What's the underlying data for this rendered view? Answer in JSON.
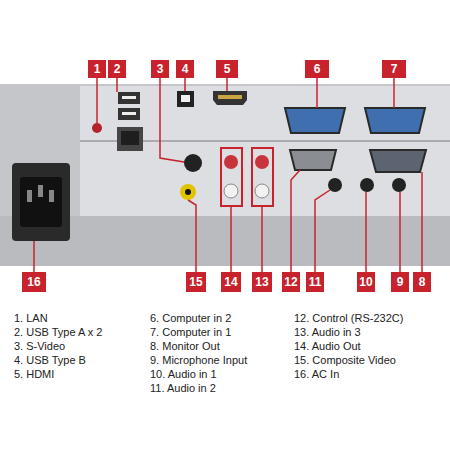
{
  "diagram": {
    "nodes": [
      {
        "text": [
          "1"
        ]
      },
      {
        "text": [
          "2"
        ]
      },
      {
        "text": [
          "3"
        ]
      },
      {
        "text": [
          "4"
        ]
      },
      {
        "text": [
          "5"
        ]
      },
      {
        "text": [
          "6"
        ]
      },
      {
        "text": [
          "7"
        ]
      },
      {
        "text": [
          "16"
        ]
      },
      {
        "text": [
          "15"
        ]
      },
      {
        "text": [
          "14"
        ]
      },
      {
        "text": [
          "13"
        ]
      },
      {
        "text": [
          "12"
        ]
      },
      {
        "text": [
          "11"
        ]
      },
      {
        "text": [
          "10"
        ]
      },
      {
        "text": [
          "9"
        ]
      },
      {
        "text": [
          "8"
        ]
      }
    ],
    "labels": [
      "1. LAN",
      "2. USB Type A x 2",
      "3. S-Video",
      "4. USB Type B",
      "5. HDMI",
      "6. Computer in 2",
      "7. Computer in 1",
      "8. Monitor Out",
      "9. Microphone Input",
      "10. Audio in 1",
      "11. Audio in 2",
      "12. Control (RS-232C)",
      "13. Audio in 3",
      "14. Audio Out",
      "15. Composite Video",
      "16. AC In"
    ]
  }
}
